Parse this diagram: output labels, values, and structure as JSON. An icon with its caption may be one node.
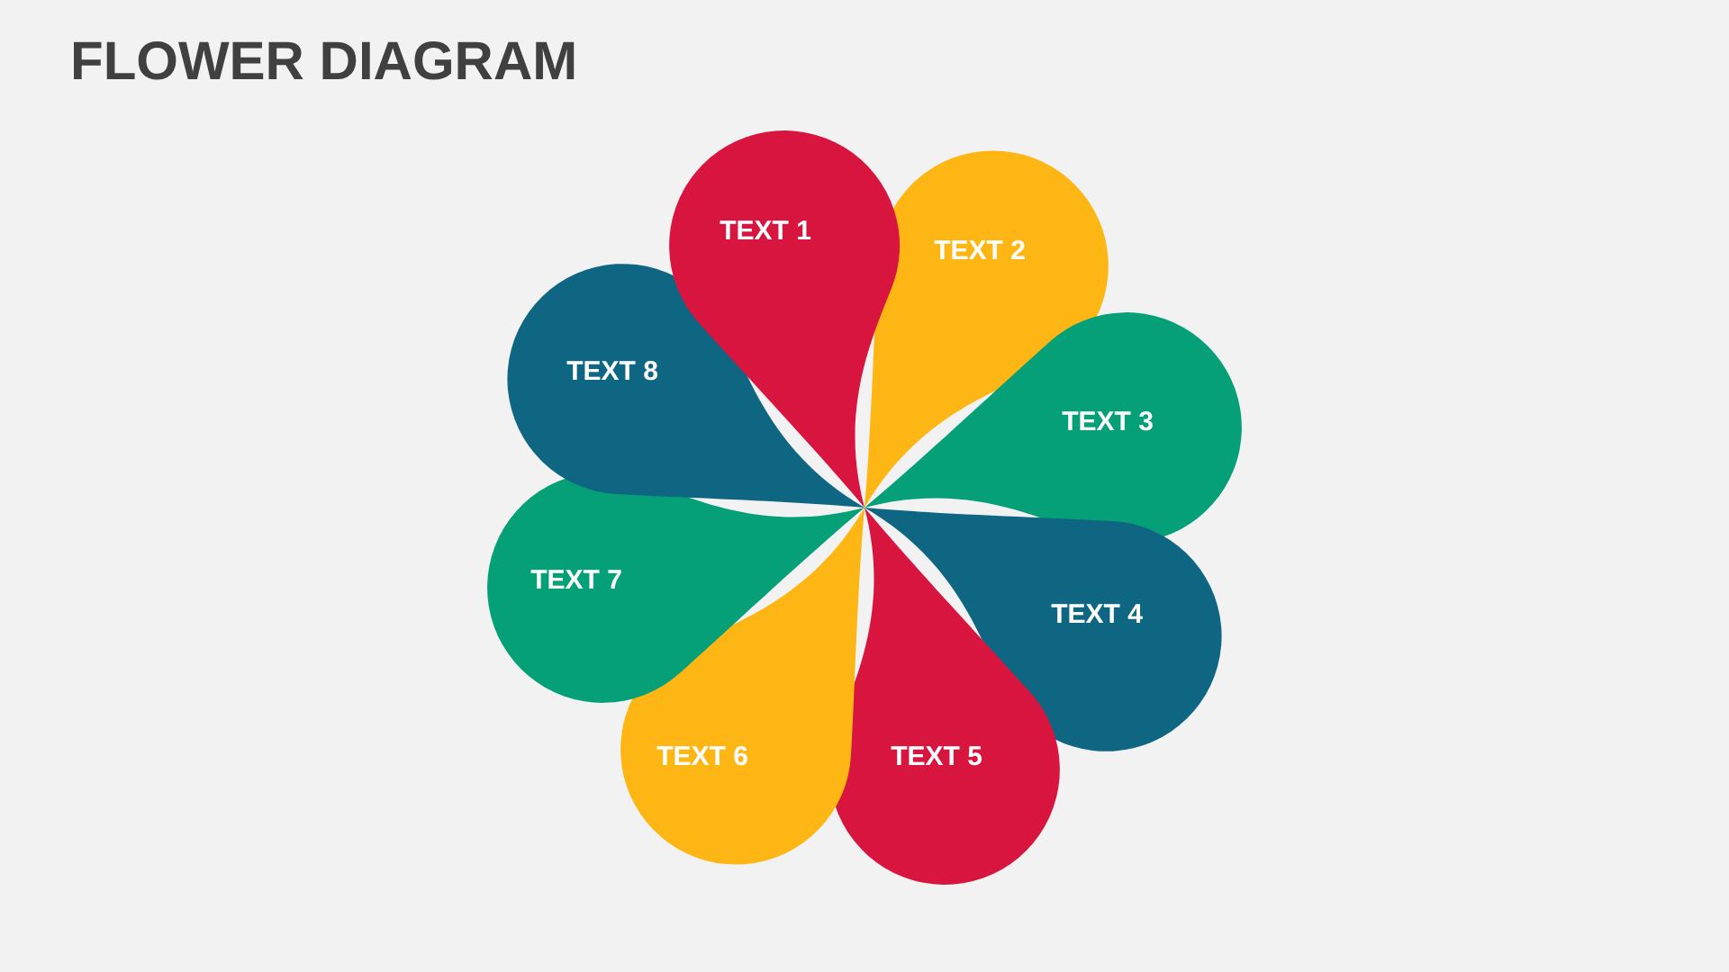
{
  "diagram": {
    "title": "FLOWER DIAGRAM",
    "nodes": [
      {
        "text": [
          "TEXT 1"
        ]
      },
      {
        "text": [
          "TEXT 2"
        ]
      },
      {
        "text": [
          "TEXT 3"
        ]
      },
      {
        "text": [
          "TEXT 4"
        ]
      },
      {
        "text": [
          "TEXT 5"
        ]
      },
      {
        "text": [
          "TEXT 6"
        ]
      },
      {
        "text": [
          "TEXT 7"
        ]
      },
      {
        "text": [
          "TEXT 8"
        ]
      }
    ]
  }
}
